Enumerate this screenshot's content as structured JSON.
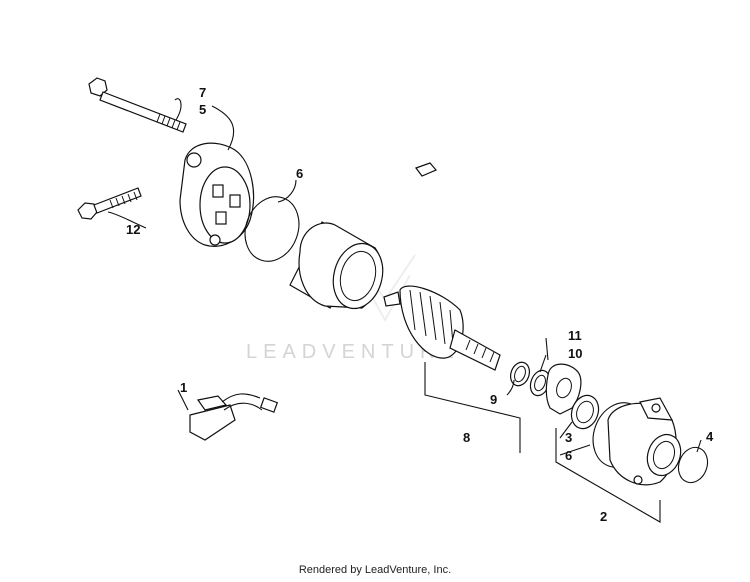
{
  "watermark": "LEADVENTURE",
  "footer": "Rendered by LeadVenture, Inc.",
  "callouts": {
    "c1": "1",
    "c2": "2",
    "c3": "3",
    "c4": "4",
    "c5": "5",
    "c6a": "6",
    "c6b": "6",
    "c7": "7",
    "c8": "8",
    "c9": "9",
    "c10": "10",
    "c11": "11",
    "c12": "12"
  }
}
